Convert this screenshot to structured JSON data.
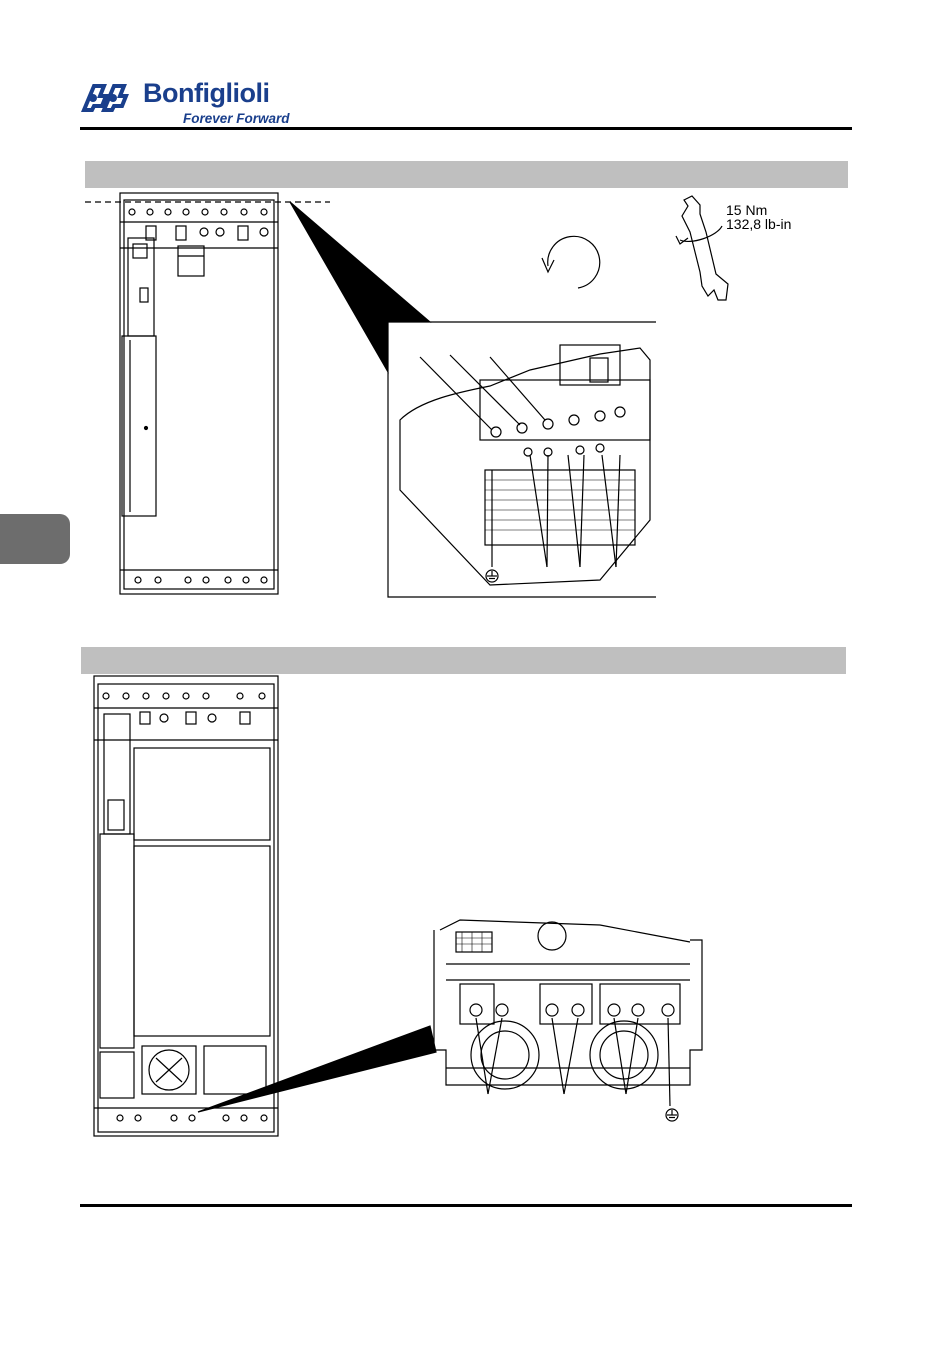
{
  "header": {
    "brand": "Bonfiglioli",
    "tagline": "Forever Forward",
    "accent_color": "#1a3f8c"
  },
  "figure1": {
    "torque": "15 Nm",
    "torque_imperial": "132,8 lb-in",
    "icons": [
      "wrench-icon",
      "rotate-icon",
      "earth-ground-icon"
    ]
  },
  "figure2": {
    "icons": [
      "fan-icon",
      "earth-ground-icon"
    ]
  }
}
